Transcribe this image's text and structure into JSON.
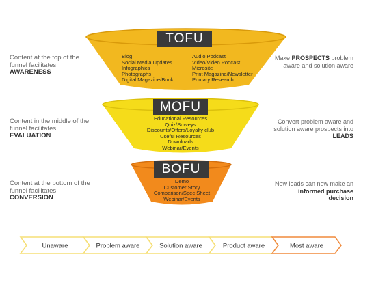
{
  "colors": {
    "tofu": "#f2b81f",
    "tofu_edge": "#d99a0a",
    "mofu": "#f5dc1a",
    "mofu_edge": "#dcc10c",
    "bofu": "#f28a1c",
    "bofu_edge": "#d56f0c",
    "tag_bg": "#3a3a3a",
    "stage_border": "#f6df76",
    "stage_border_last": "#f08a3c"
  },
  "tofu": {
    "label": "TOFU",
    "col1": [
      "Blog",
      "Social Media Updates",
      "Infographics",
      "Photographs",
      "Digital Magazine/Book"
    ],
    "col2": [
      "Audio Podcast",
      "Video/Video Podcast",
      "Microsite",
      "Print Magazine/Newsletter",
      "Primary Research"
    ],
    "left_text": "Content at the top of the funnel facilitates",
    "left_bold": "AWARENESS",
    "right_pre": "Make ",
    "right_bold": "PROSPECTS",
    "right_post": " problem aware and solution aware"
  },
  "mofu": {
    "label": "MOFU",
    "items": [
      "Educational Resources",
      "Quiz/Surveys",
      "Discounts/Offers/Loyalty club",
      "Useful Resources",
      "Downloads",
      "Webinar/Events"
    ],
    "left_text": "Content in the middle of the funnel facilitates",
    "left_bold": "EVALUATION",
    "right_pre": "Convert problem aware and solution aware prospects into ",
    "right_bold": "LEADS"
  },
  "bofu": {
    "label": "BOFU",
    "items": [
      "Demo",
      "Customer Story",
      "Comparison/Spec Sheet",
      "Webinar/Events"
    ],
    "left_text": "Content at the bottom of the funnel facilitates",
    "left_bold": "CONVERSION",
    "right_pre": "New leads can now make an ",
    "right_bold": "informed purchase decision"
  },
  "stages": [
    "Unaware",
    "Problem aware",
    "Solution aware",
    "Product aware",
    "Most aware"
  ]
}
